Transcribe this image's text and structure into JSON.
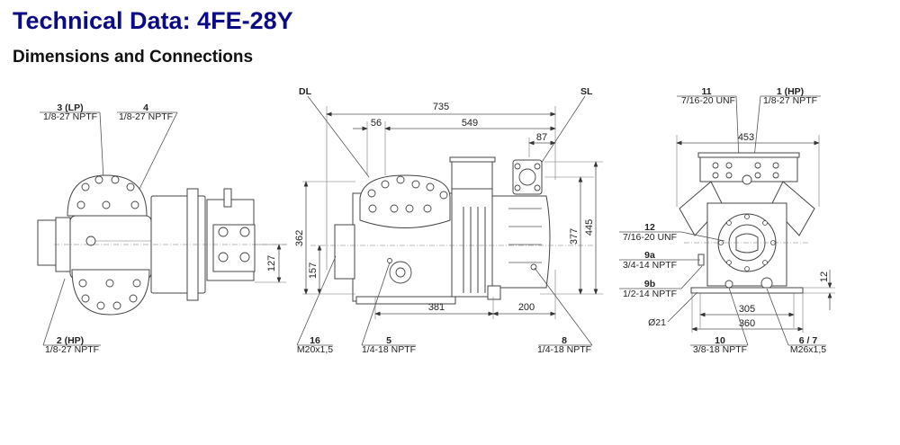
{
  "header": {
    "title": "Technical Data: 4FE-28Y",
    "subtitle": "Dimensions and Connections"
  },
  "top_view": {
    "callouts": [
      {
        "id": "3 (LP)",
        "thread": "1/8-27 NPTF"
      },
      {
        "id": "4",
        "thread": "1/8-27 NPTF"
      },
      {
        "id": "2 (HP)",
        "thread": "1/8-27 NPTF"
      }
    ],
    "dimensions": {
      "d127": "127"
    }
  },
  "side_view": {
    "labels": {
      "dl": "DL",
      "sl": "SL"
    },
    "dimensions": {
      "d735": "735",
      "d56": "56",
      "d549": "549",
      "d87": "87",
      "d362": "362",
      "d157": "157",
      "d377": "377",
      "d445": "445",
      "d381": "381",
      "d200": "200"
    },
    "callouts": [
      {
        "id": "16",
        "thread": "M20x1,5"
      },
      {
        "id": "5",
        "thread": "1/4-18 NPTF"
      },
      {
        "id": "8",
        "thread": "1/4-18 NPTF"
      }
    ]
  },
  "front_view": {
    "callouts": [
      {
        "id": "11",
        "thread": "7/16-20 UNF"
      },
      {
        "id": "1 (HP)",
        "thread": "1/8-27 NPTF"
      },
      {
        "id": "12",
        "thread": "7/16-20 UNF"
      },
      {
        "id": "9a",
        "thread": "3/4-14 NPTF"
      },
      {
        "id": "9b",
        "thread": "1/2-14 NPTF"
      },
      {
        "id": "10",
        "thread": "3/8-18 NPTF"
      },
      {
        "id": "6 / 7",
        "thread": "M26x1,5"
      }
    ],
    "dimensions": {
      "d453": "453",
      "d12": "12",
      "d305": "305",
      "d360": "360",
      "d21": "Ø21"
    }
  }
}
